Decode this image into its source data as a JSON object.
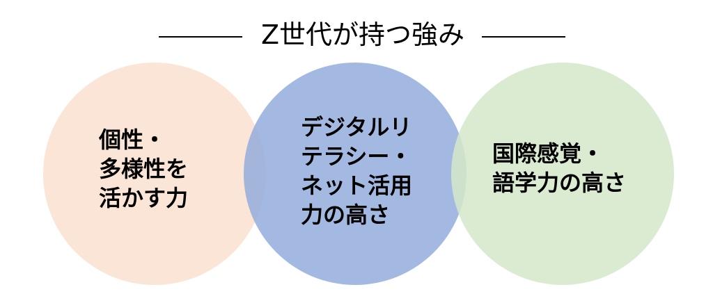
{
  "title": "Z世代が持つ強み",
  "circles": [
    {
      "label": "個性・\n多様性を\n活かす力",
      "color": "#fbe5d6"
    },
    {
      "label": "デジタルリ\nテラシー・\nネット活用\n力の高さ",
      "color": "#8faadc"
    },
    {
      "label": "国際感覚・\n語学力の高さ",
      "color": "#d5e8c9"
    }
  ]
}
